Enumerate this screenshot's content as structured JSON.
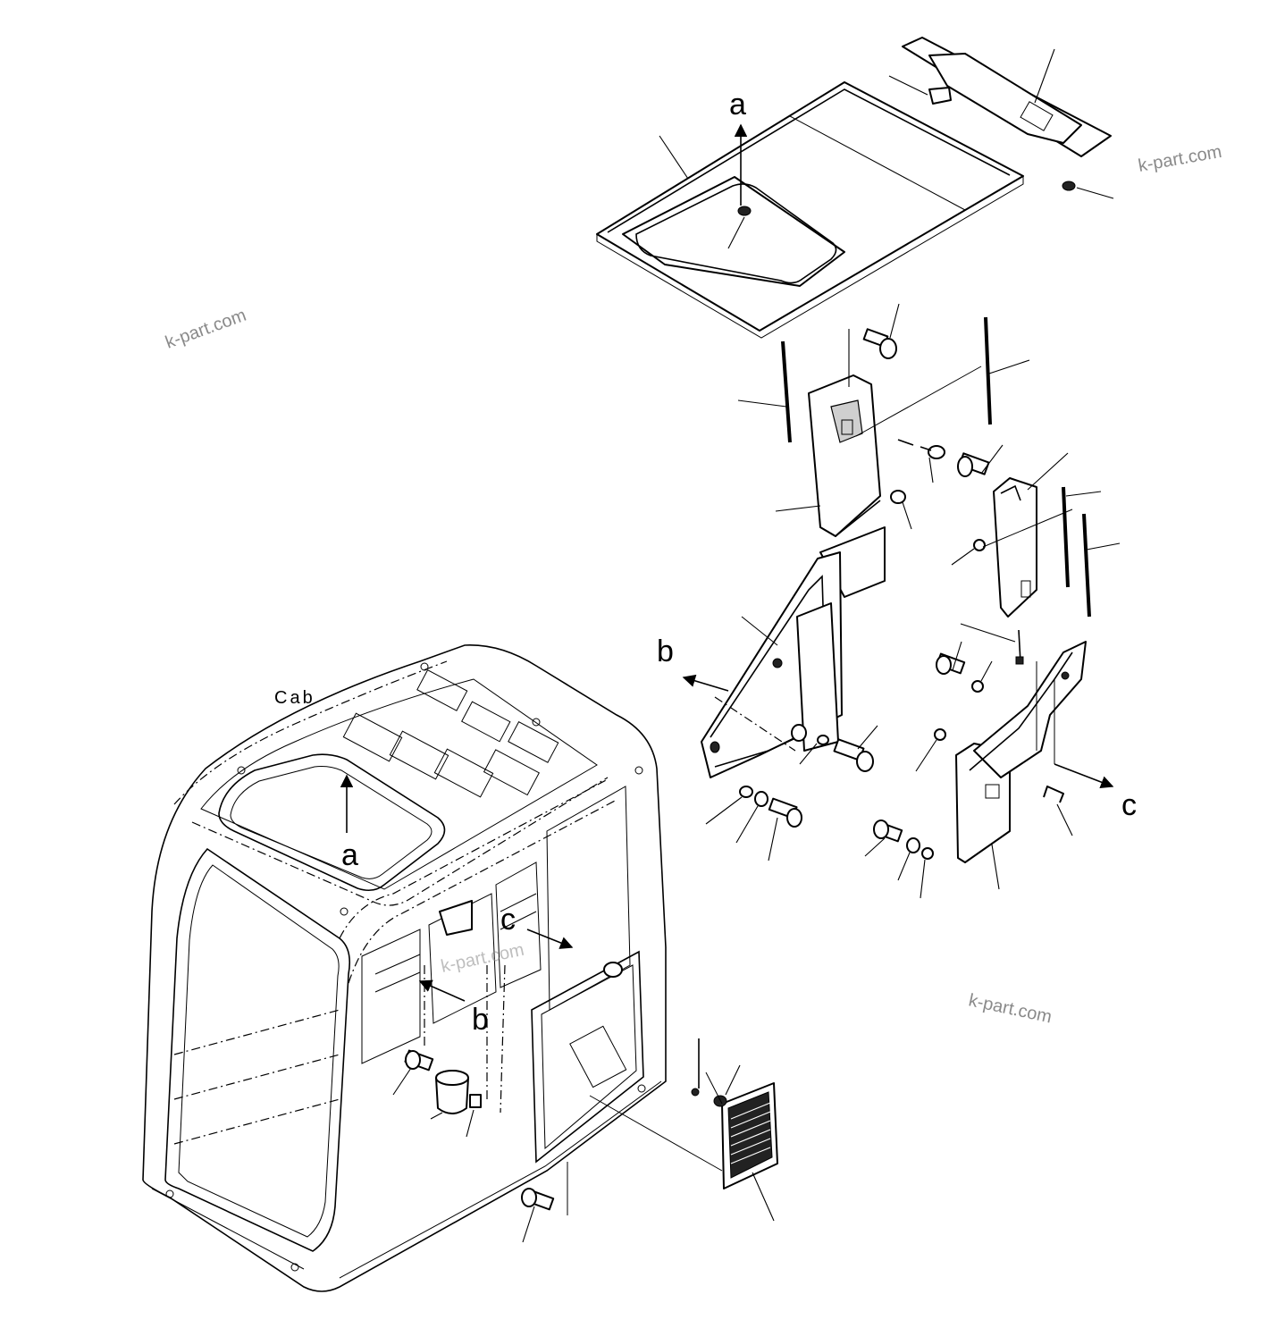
{
  "diagram": {
    "component_label": "Cab",
    "view_markers": [
      "a",
      "b",
      "c"
    ],
    "watermark": "k-part.com"
  }
}
